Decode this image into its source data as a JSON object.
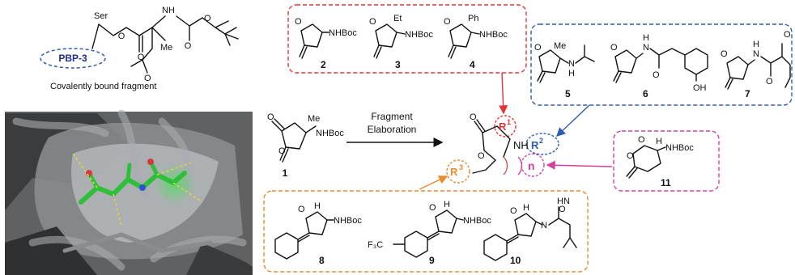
{
  "fragment": {
    "protein_label": "PBP-3",
    "ser_label": "Ser",
    "caption": "Covalently bound fragment",
    "me": "Me",
    "nh": "NH"
  },
  "arrow": {
    "line1": "Fragment",
    "line2": "Elaboration"
  },
  "compounds": {
    "c1": {
      "number": "1",
      "sub1": "Me",
      "sub2": "NHBoc"
    },
    "c2": {
      "number": "2",
      "sub": "NHBoc"
    },
    "c3": {
      "number": "3",
      "r": "Et",
      "sub": "NHBoc"
    },
    "c4": {
      "number": "4",
      "r": "Ph",
      "sub": "NHBoc"
    },
    "c5": {
      "number": "5",
      "r": "Me",
      "nh": "N",
      "h": "H"
    },
    "c6": {
      "number": "6",
      "nh": "N",
      "h": "H",
      "oh": "OH"
    },
    "c7": {
      "number": "7",
      "nh": "N",
      "h": "H"
    },
    "c8": {
      "number": "8",
      "h": "H",
      "sub": "NHBoc"
    },
    "c9": {
      "number": "9",
      "cf3": "F₃C",
      "h": "H",
      "sub": "NHBoc"
    },
    "c10": {
      "number": "10",
      "h": "H",
      "nh": "N",
      "hn": "HN"
    },
    "c11": {
      "number": "11",
      "h": "H",
      "sub": "NHBoc"
    }
  },
  "core": {
    "r1": "R",
    "r1_sup": "1",
    "nh": "NH",
    "r2": "R",
    "r2_sup": "2",
    "r3": "R",
    "r3_sup": "3",
    "n": "n"
  },
  "colors": {
    "red": "#e4343b",
    "blue": "#2e5db3",
    "magenta": "#d6409f",
    "orange": "#ec8a2e",
    "navy": "#1f2f8a"
  }
}
